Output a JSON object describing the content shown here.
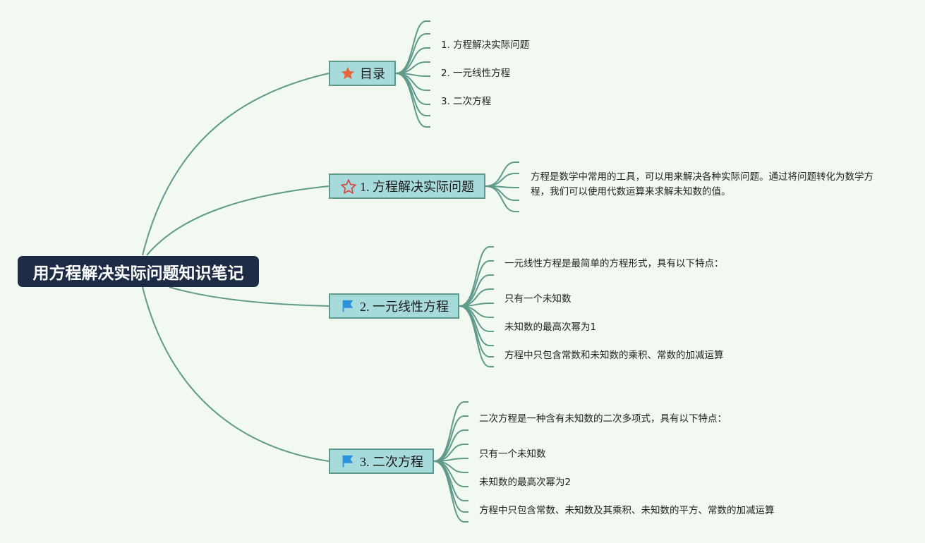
{
  "root": {
    "title": "用方程解决实际问题知识笔记"
  },
  "topics": [
    {
      "label": "目录",
      "icon": "star-filled-icon",
      "children": [
        "1. 方程解决实际问题",
        "2. 一元线性方程",
        "3. 二次方程"
      ]
    },
    {
      "label": "1. 方程解决实际问题",
      "icon": "star-outline-icon",
      "children": [
        "方程是数学中常用的工具，可以用来解决各种实际问题。通过将问题转化为数学方程，我们可以使用代数运算来求解未知数的值。"
      ]
    },
    {
      "label": "2. 一元线性方程",
      "icon": "flag-icon",
      "children": [
        "一元线性方程是最简单的方程形式，具有以下特点：",
        "只有一个未知数",
        "未知数的最高次幂为1",
        "方程中只包含常数和未知数的乘积、常数的加减运算"
      ]
    },
    {
      "label": "3. 二次方程",
      "icon": "flag-icon",
      "children": [
        "二次方程是一种含有未知数的二次多项式，具有以下特点：",
        "只有一个未知数",
        "未知数的最高次幂为2",
        "方程中只包含常数、未知数及其乘积、未知数的平方、常数的加减运算"
      ]
    }
  ],
  "colors": {
    "background": "#f1f9f1",
    "root_fill": "#1d2b45",
    "topic_fill": "#a7dada",
    "topic_border": "#5f9a8a",
    "link": "#5f9a8a",
    "star_filled": "#e8643a",
    "star_outline": "#d9413a",
    "flag": "#2b93d8"
  }
}
